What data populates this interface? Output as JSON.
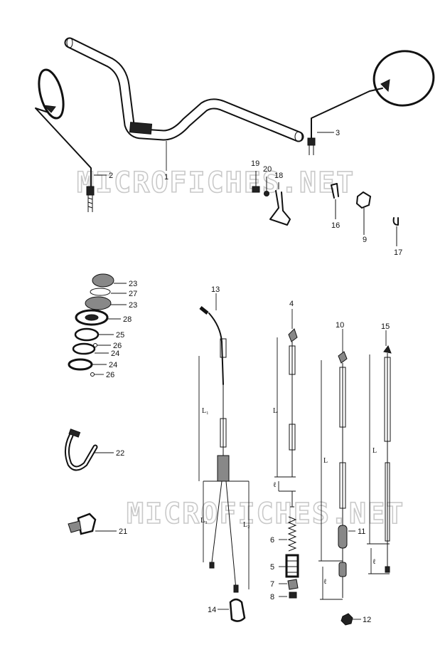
{
  "watermark": "MICROFICHES.NET",
  "callouts": {
    "p1": "1",
    "p2": "2",
    "p3": "3",
    "p4": "4",
    "p5": "5",
    "p6": "6",
    "p7": "7",
    "p8": "8",
    "p9": "9",
    "p10": "10",
    "p11": "11",
    "p12": "12",
    "p13": "13",
    "p14": "14",
    "p15": "15",
    "p16": "16",
    "p17": "17",
    "p18": "18",
    "p19": "19",
    "p20": "20",
    "p21": "21",
    "p22": "22",
    "p23a": "23",
    "p27": "27",
    "p23b": "23",
    "p28": "28",
    "p25": "25",
    "p26a": "26",
    "p24a": "24",
    "p24b": "24",
    "p26b": "26"
  },
  "dimensions": {
    "l1": "L₁",
    "l2": "L₂",
    "l3": "L₃",
    "l_cable4": "L",
    "l_cable4_end": "ℓ",
    "l_cable10": "L",
    "l_cable10_end": "ℓ",
    "l_cable15": "L",
    "l_cable15_end": "ℓ"
  }
}
